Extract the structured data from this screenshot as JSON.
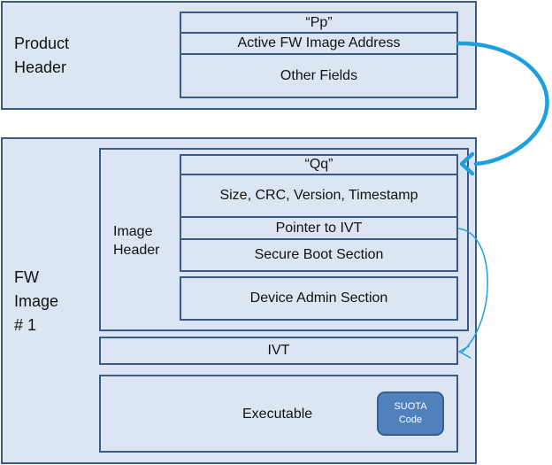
{
  "product_header": {
    "label_line1": "Product",
    "label_line2": "Header",
    "fields": [
      "“Pp”",
      "Active FW Image Address",
      "Other Fields"
    ]
  },
  "fw_image": {
    "label_line1": "FW",
    "label_line2": "Image",
    "label_line3": "# 1",
    "image_header": {
      "label_line1": "Image",
      "label_line2": "Header",
      "fields": [
        "“Qq”",
        "Size, CRC, Version, Timestamp",
        "Pointer to IVT",
        "Secure Boot Section",
        "Device Admin Section"
      ]
    },
    "ivt_label": "IVT",
    "executable": {
      "label": "Executable",
      "suota_line1": "SUOTA",
      "suota_line2": "Code"
    }
  },
  "colors": {
    "box_fill": "#dce6f2",
    "box_border": "#3b5a84",
    "arrow": "#1ea0e0",
    "suota_fill": "#4f81bd"
  }
}
